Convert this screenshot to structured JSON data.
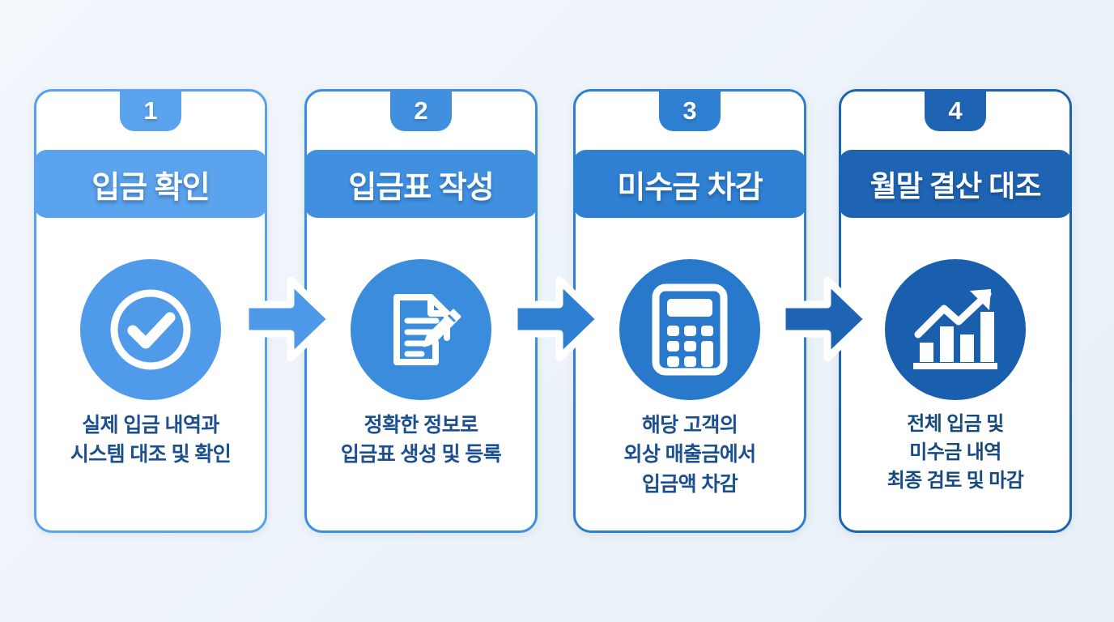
{
  "theme": {
    "background": "#eef4fa",
    "accent_light": "#5ba3ec",
    "accent_mid": "#3b8cdd",
    "accent_dark": "#2f80d2",
    "accent_darkest": "#1f64b2",
    "title_text_color": "#ffffff",
    "desc_text_color": "#1b4f8f",
    "card_surface": "#ffffff"
  },
  "steps": [
    {
      "number": "1",
      "title": "입금 확인",
      "description": "실제 입금 내역과\n시스템 대조 및 확인",
      "icon": "check-circle-icon",
      "accent": "#5ba3ec"
    },
    {
      "number": "2",
      "title": "입금표 작성",
      "description": "정확한 정보로\n입금표 생성 및 등록",
      "icon": "document-edit-icon",
      "accent": "#4190e0"
    },
    {
      "number": "3",
      "title": "미수금 차감",
      "description": "해당 고객의\n외상 매출금에서\n입금액 차감",
      "icon": "calculator-icon",
      "accent": "#2f80d2"
    },
    {
      "number": "4",
      "title": "월말 결산 대조",
      "description": "전체 입금 및\n미수금 내역\n최종 검토 및 마감",
      "icon": "growth-chart-icon",
      "accent": "#1f64b2"
    }
  ],
  "connectors": [
    {
      "name": "arrow-right-icon",
      "from": "1",
      "to": "2",
      "color": "#4d99e8"
    },
    {
      "name": "arrow-right-icon",
      "from": "2",
      "to": "3",
      "color": "#2f80d2"
    },
    {
      "name": "arrow-right-icon",
      "from": "3",
      "to": "4",
      "color": "#1f64b2"
    }
  ]
}
